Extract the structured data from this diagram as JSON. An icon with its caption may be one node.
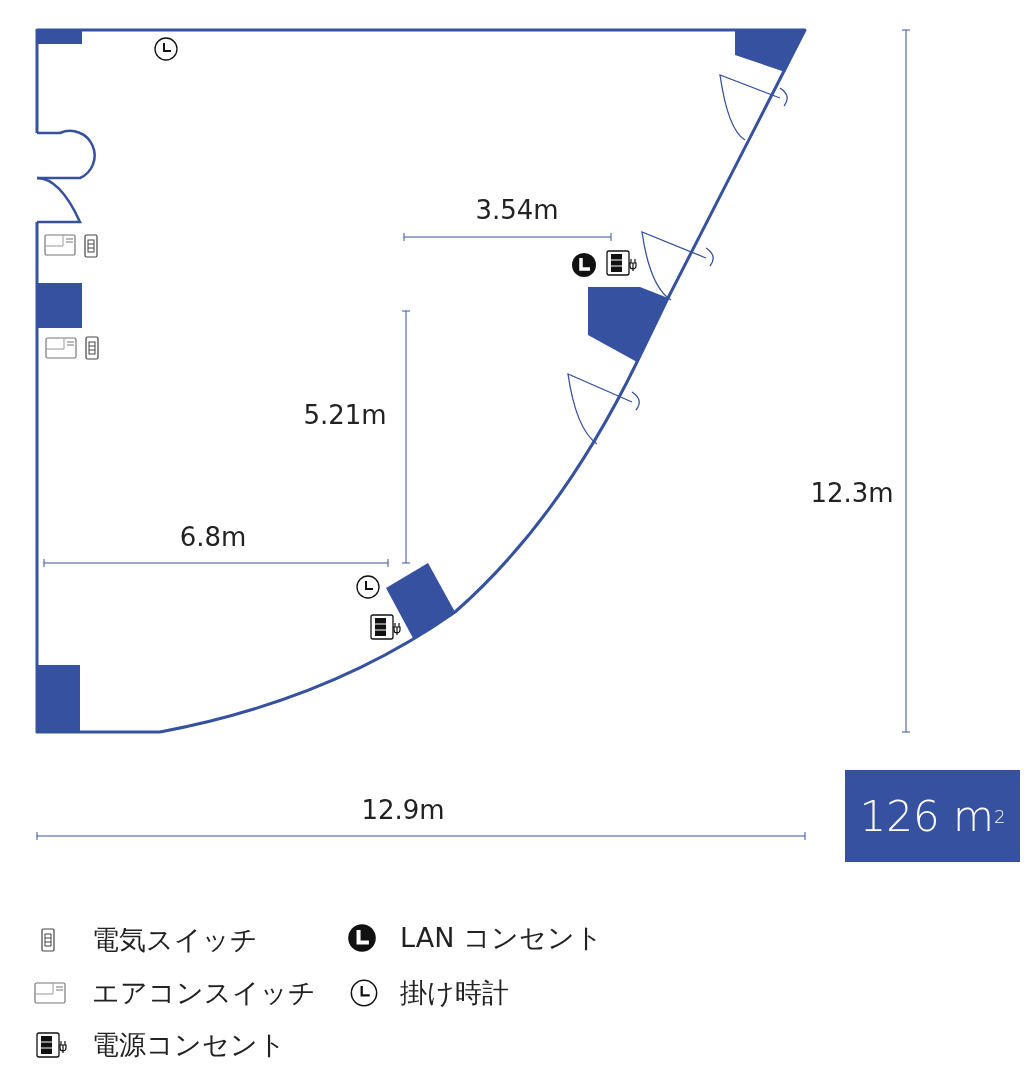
{
  "diagram": {
    "nodes": [
      {
        "text": [
          "126 m$^{2}$"
        ]
      }
    ],
    "labels": [
      "3.54m",
      "5.21m",
      "12.3m",
      "6.8m",
      "12.9m"
    ],
    "legend": [
      {
        "text": "電気スイッチ"
      },
      {
        "text": "LAN コンセント"
      },
      {
        "text": "エアコンスイッチ"
      },
      {
        "text": "掛け時計"
      },
      {
        "text": "電源コンセント"
      }
    ]
  }
}
